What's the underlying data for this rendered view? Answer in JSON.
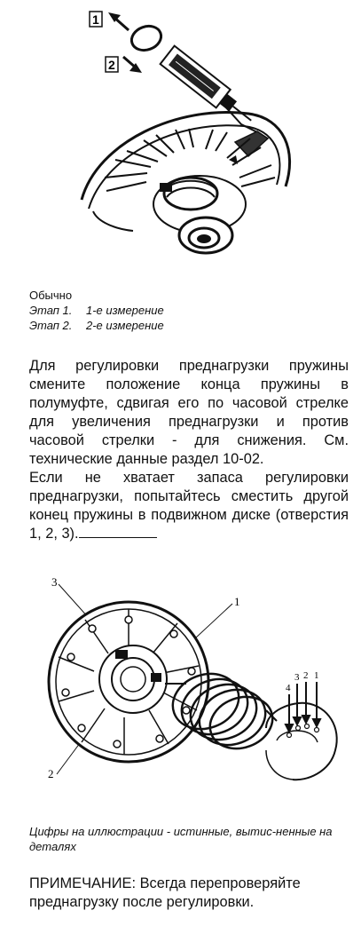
{
  "figure1": {
    "callout_1": "1",
    "callout_2": "2"
  },
  "caption1": {
    "title": "Обычно",
    "step1_label": "Этап 1.",
    "step1_text": "1-е измерение",
    "step2_label": "Этап 2.",
    "step2_text": "2-е измерение"
  },
  "body": {
    "paragraph1": "Для регулировки преднагрузки пружины смените положение конца пружины в полумуфте, сдвигая его по часовой стрелке для увеличения преднагрузки и против часовой стрелки - для снижения. См. технические данные раздел 10-02.",
    "paragraph2": "Если не хватает запаса регулировки преднагрузки, попытайтесь сместить другой конец пружины в подвижном диске (отверстия 1, 2, 3)."
  },
  "figure2": {
    "label_3": "3",
    "label_1": "1",
    "label_2": "2",
    "hole_labels": [
      "4",
      "3",
      "2",
      "1"
    ]
  },
  "caption2": {
    "text": "Цифры на иллюстрации - истинные, вытис-ненные на деталях"
  },
  "note": {
    "label": "ПРИМЕЧАНИЕ:",
    "text": " Всегда перепроверяйте преднагрузку после регулировки."
  }
}
